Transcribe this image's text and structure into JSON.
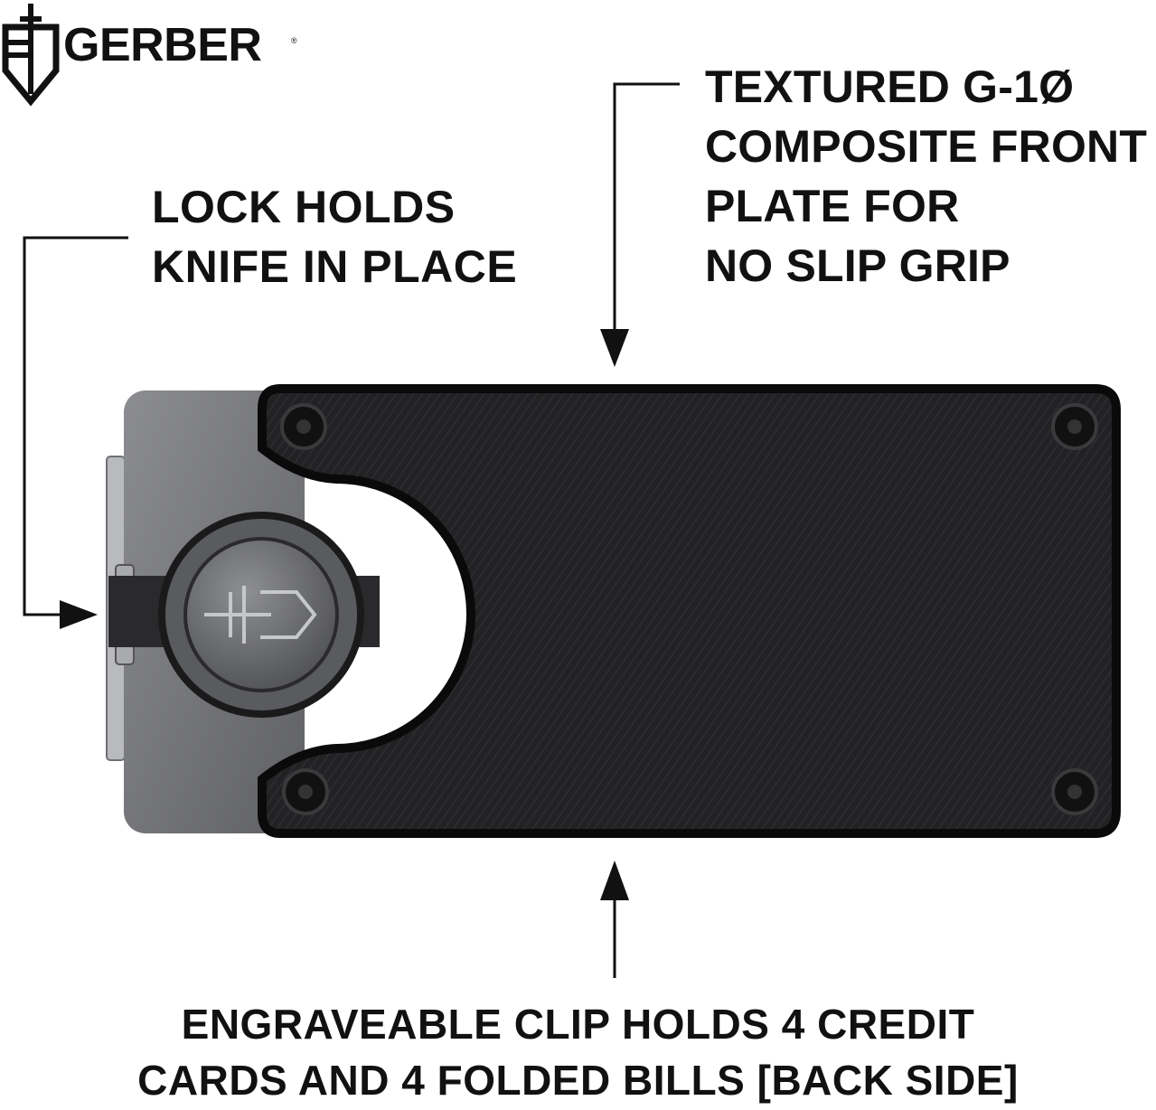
{
  "brand": {
    "name": "GERBER",
    "registered_mark": "®",
    "logo_icon": "gerber-shield-sword-icon"
  },
  "callouts": {
    "lock": {
      "lines": [
        "LOCK HOLDS",
        "KNIFE IN PLACE"
      ]
    },
    "front_plate": {
      "lines": [
        "TEXTURED G-1Ø",
        "COMPOSITE FRONT",
        "PLATE FOR",
        "NO SLIP GRIP"
      ]
    },
    "clip": {
      "lines": [
        "ENGRAVEABLE CLIP HOLDS 4 CREDIT",
        "CARDS AND 4 FOLDED BILLS [BACK SIDE]"
      ]
    }
  },
  "product": {
    "name_icon": "card-wallet-with-lock-icon",
    "colors": {
      "frame": "#7a7b7f",
      "plate": "#1e1e20",
      "outline": "#0a0a0a"
    }
  }
}
